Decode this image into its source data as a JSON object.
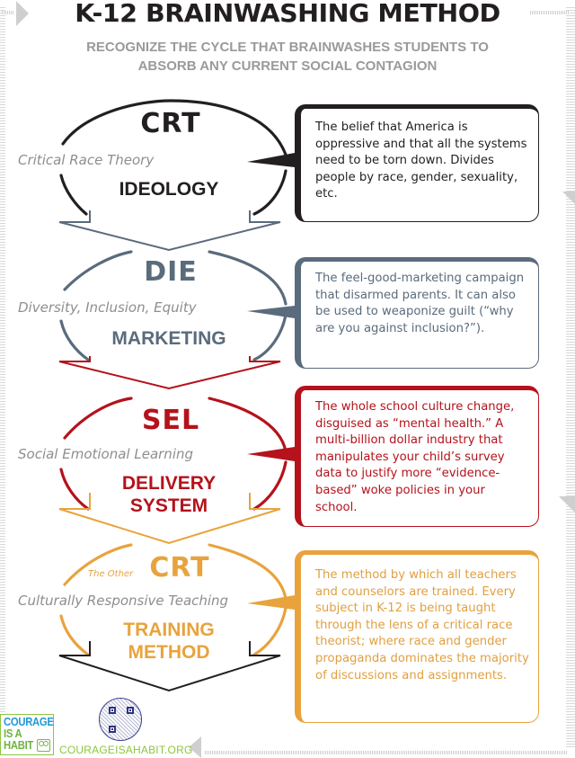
{
  "header": {
    "title": "K-12 BRAINWASHING METHOD",
    "subtitle_line1": "RECOGNIZE THE CYCLE THAT BRAINWASHES STUDENTS TO",
    "subtitle_line2": "ABSORB ANY CURRENT SOCIAL CONTAGION"
  },
  "colors": {
    "title": "#231f20",
    "subtitle": "#9a9a9a",
    "stage_full_name": "#8e8e8e",
    "crt_ideology": "#231f20",
    "die_marketing": "#5a6b7c",
    "sel_delivery": "#b5121b",
    "crt_training": "#e8a33d",
    "brand_green": "#8dc63f",
    "brand_blue": "#1f9ad6"
  },
  "stages": [
    {
      "acronym": "CRT",
      "prefix": "",
      "full_name": "Critical Race Theory",
      "role_line1": "IDEOLOGY",
      "role_line2": "",
      "color": "#231f20",
      "description": "The belief that America is oppressive and that all the systems need to be torn down. Divides people by race, gender, sexuality, etc."
    },
    {
      "acronym": "DIE",
      "prefix": "",
      "full_name": "Diversity, Inclusion, Equity",
      "role_line1": "MARKETING",
      "role_line2": "",
      "color": "#5a6b7c",
      "description": "The feel-good-marketing campaign that disarmed parents. It can also be used to weaponize guilt (“why are you against inclusion?”)."
    },
    {
      "acronym": "SEL",
      "prefix": "",
      "full_name": "Social Emotional Learning",
      "role_line1": "DELIVERY",
      "role_line2": "SYSTEM",
      "color": "#b5121b",
      "description": "The whole school culture change, disguised as “mental health.” A multi-billion dollar industry that manipulates your child’s survey data to justify more “evidence-based” woke policies in your school."
    },
    {
      "acronym": "CRT",
      "prefix": "The Other",
      "full_name": "Culturally Responsive Teaching",
      "role_line1": "TRAINING",
      "role_line2": "METHOD",
      "color": "#e8a33d",
      "description": "The method by which all teachers and counselors are trained. Every subject in K-12 is being taught through the lens of a critical race theorist; where race and gender propaganda dominates the majority of discussions and assignments."
    }
  ],
  "footer": {
    "logo_line1": "COURAGE",
    "logo_line2": "IS A",
    "logo_line3": "HABIT",
    "website": "COURAGEISAHABIT.ORG",
    "qr_icon": "qr-code-icon",
    "logo_icon": "people-icon"
  }
}
